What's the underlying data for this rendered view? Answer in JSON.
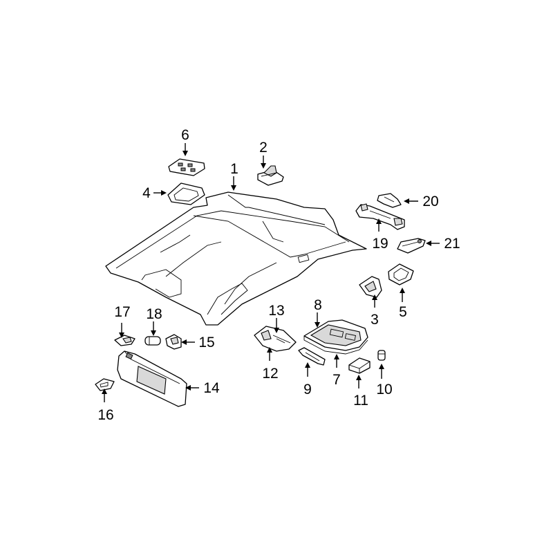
{
  "callouts": [
    {
      "id": "1",
      "text": "1"
    },
    {
      "id": "2",
      "text": "2"
    },
    {
      "id": "3",
      "text": "3"
    },
    {
      "id": "4",
      "text": "4"
    },
    {
      "id": "5",
      "text": "5"
    },
    {
      "id": "6",
      "text": "6"
    },
    {
      "id": "7",
      "text": "7"
    },
    {
      "id": "8",
      "text": "8"
    },
    {
      "id": "9",
      "text": "9"
    },
    {
      "id": "10",
      "text": "10"
    },
    {
      "id": "11",
      "text": "11"
    },
    {
      "id": "12",
      "text": "12"
    },
    {
      "id": "13",
      "text": "13"
    },
    {
      "id": "14",
      "text": "14"
    },
    {
      "id": "15",
      "text": "15"
    },
    {
      "id": "16",
      "text": "16"
    },
    {
      "id": "17",
      "text": "17"
    },
    {
      "id": "18",
      "text": "18"
    },
    {
      "id": "19",
      "text": "19"
    },
    {
      "id": "20",
      "text": "20"
    },
    {
      "id": "21",
      "text": "21"
    }
  ],
  "colors": {
    "background": "#ffffff",
    "line": "#000000",
    "shading": "#d9d9d9"
  }
}
